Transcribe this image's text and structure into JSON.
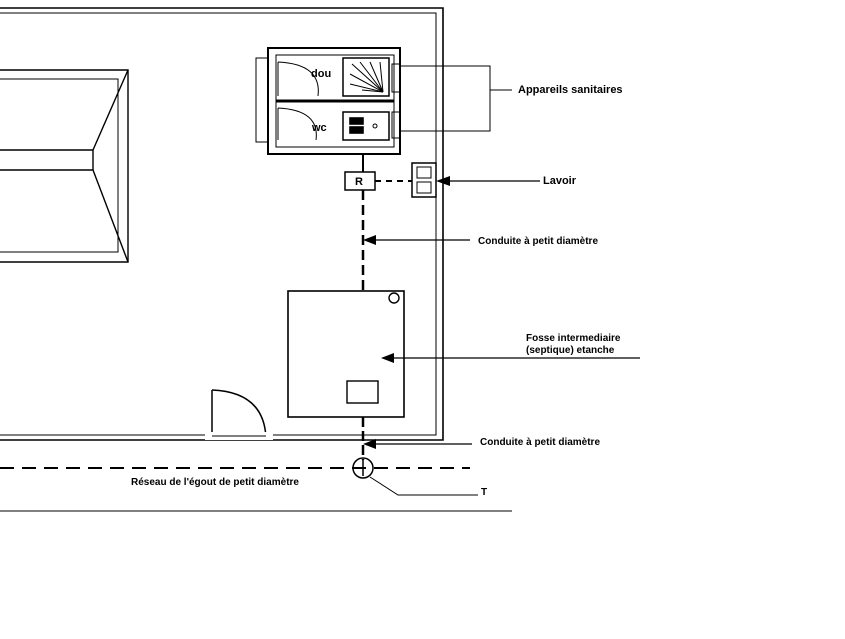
{
  "labels": {
    "dou": "dou",
    "wc": "wc",
    "regard": "R",
    "appareils": "Appareils sanitaires",
    "lavoir": "Lavoir",
    "conduite_top": "Conduite à petit diamètre",
    "fosse_line1": "Fosse intermediaire",
    "fosse_line2": "(septique) etanche",
    "conduite_bottom": "Conduite à petit diamètre",
    "reseau": "Réseau de l'égout de petit diamètre",
    "t_junction": "T"
  },
  "colors": {
    "ink": "#000000",
    "paper": "#ffffff"
  }
}
